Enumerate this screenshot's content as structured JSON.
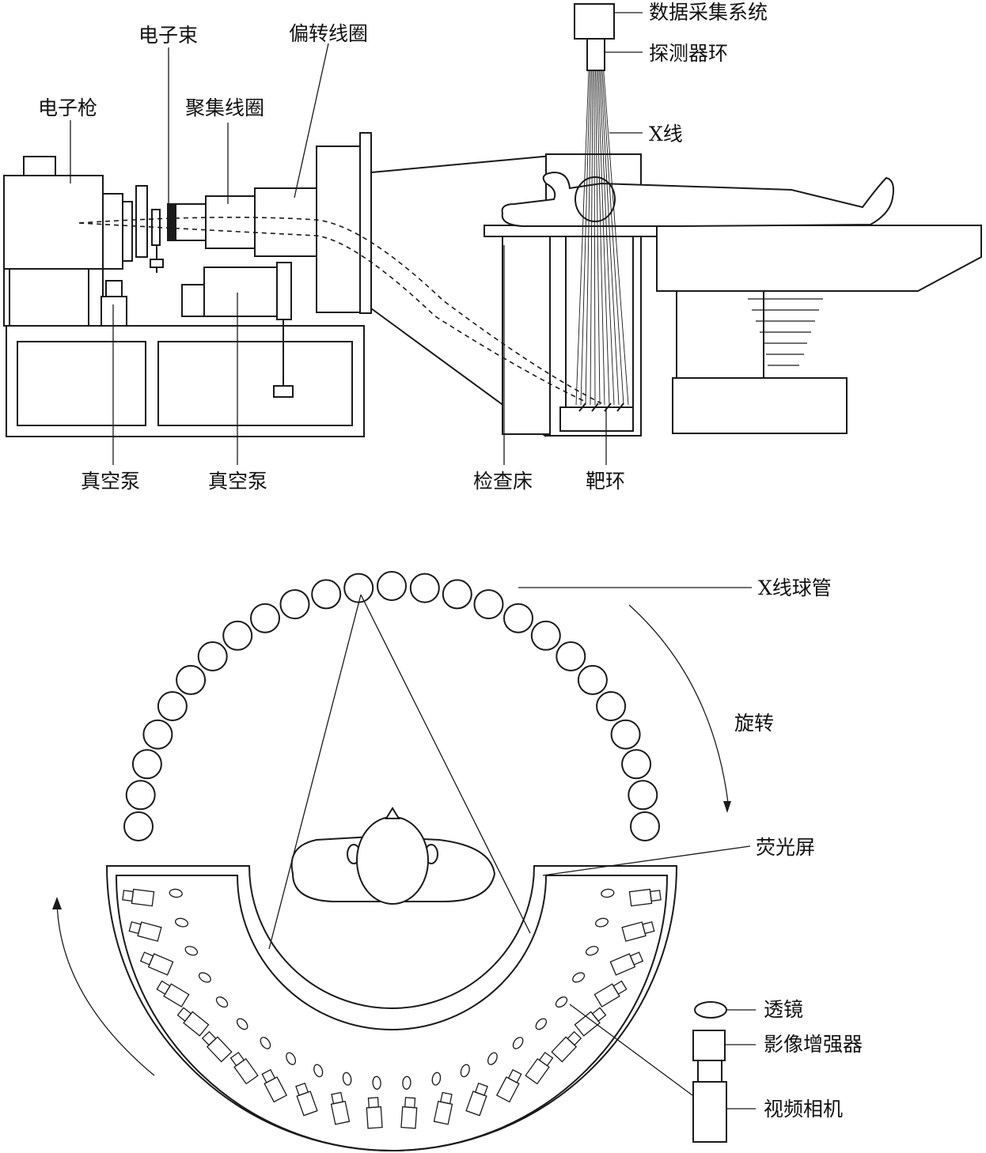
{
  "top": {
    "electron_gun": "电子枪",
    "electron_beam": "电子束",
    "focus_coil": "聚集线圈",
    "deflection_coil": "偏转线圈",
    "daq_system": "数据采集系统",
    "detector_ring": "探测器环",
    "x_ray": "X线",
    "vacuum_pump_1": "真空泵",
    "vacuum_pump_2": "真空泵",
    "exam_table": "检查床",
    "target_ring": "靶环"
  },
  "bottom": {
    "x_ray_tube": "X线球管",
    "rotation": "旋转",
    "fluorescent_screen": "荧光屏",
    "lens": "透镜",
    "image_intensifier": "影像增强器",
    "video_camera": "视频相机"
  }
}
